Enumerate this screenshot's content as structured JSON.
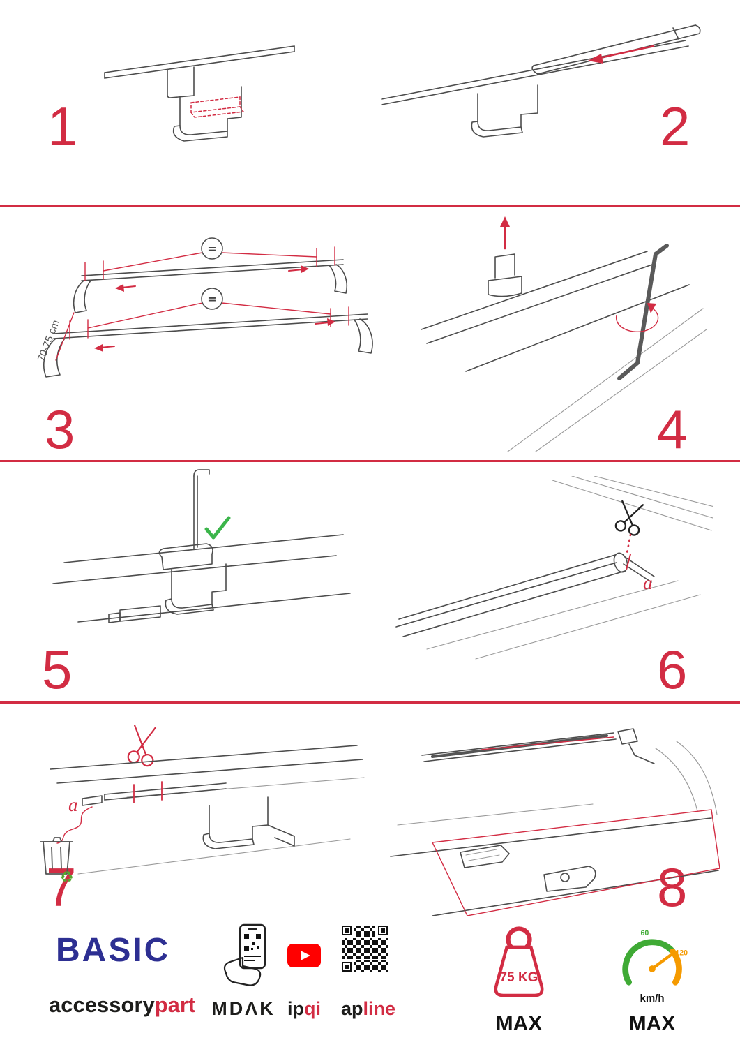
{
  "colors": {
    "accent_red": "#d22c43",
    "brand_blue": "#2d2f92",
    "check_green": "#3bb54a",
    "recycle_green": "#55a630",
    "youtube_red": "#ff0000",
    "gauge_green": "#3faa35",
    "gauge_orange": "#f59a00"
  },
  "steps": [
    {
      "number": "1"
    },
    {
      "number": "2"
    },
    {
      "number": "3",
      "measure_label": "70-75 cm",
      "equals": "="
    },
    {
      "number": "4"
    },
    {
      "number": "5"
    },
    {
      "number": "6",
      "label_a": "a"
    },
    {
      "number": "7",
      "label_a": "a"
    },
    {
      "number": "8"
    }
  ],
  "footer": {
    "brand": "BASIC",
    "brand_sub_black": "accessory",
    "brand_sub_red": "part",
    "logo_mdak": "MDΛK",
    "logo_ip": "ip",
    "logo_qi": "qi",
    "logo_ap": "ap",
    "logo_line": "line",
    "weight_value": "75 KG",
    "weight_max": "MAX",
    "speed_60": "60",
    "speed_120": "120",
    "speed_unit": "km/h",
    "speed_max": "MAX"
  }
}
